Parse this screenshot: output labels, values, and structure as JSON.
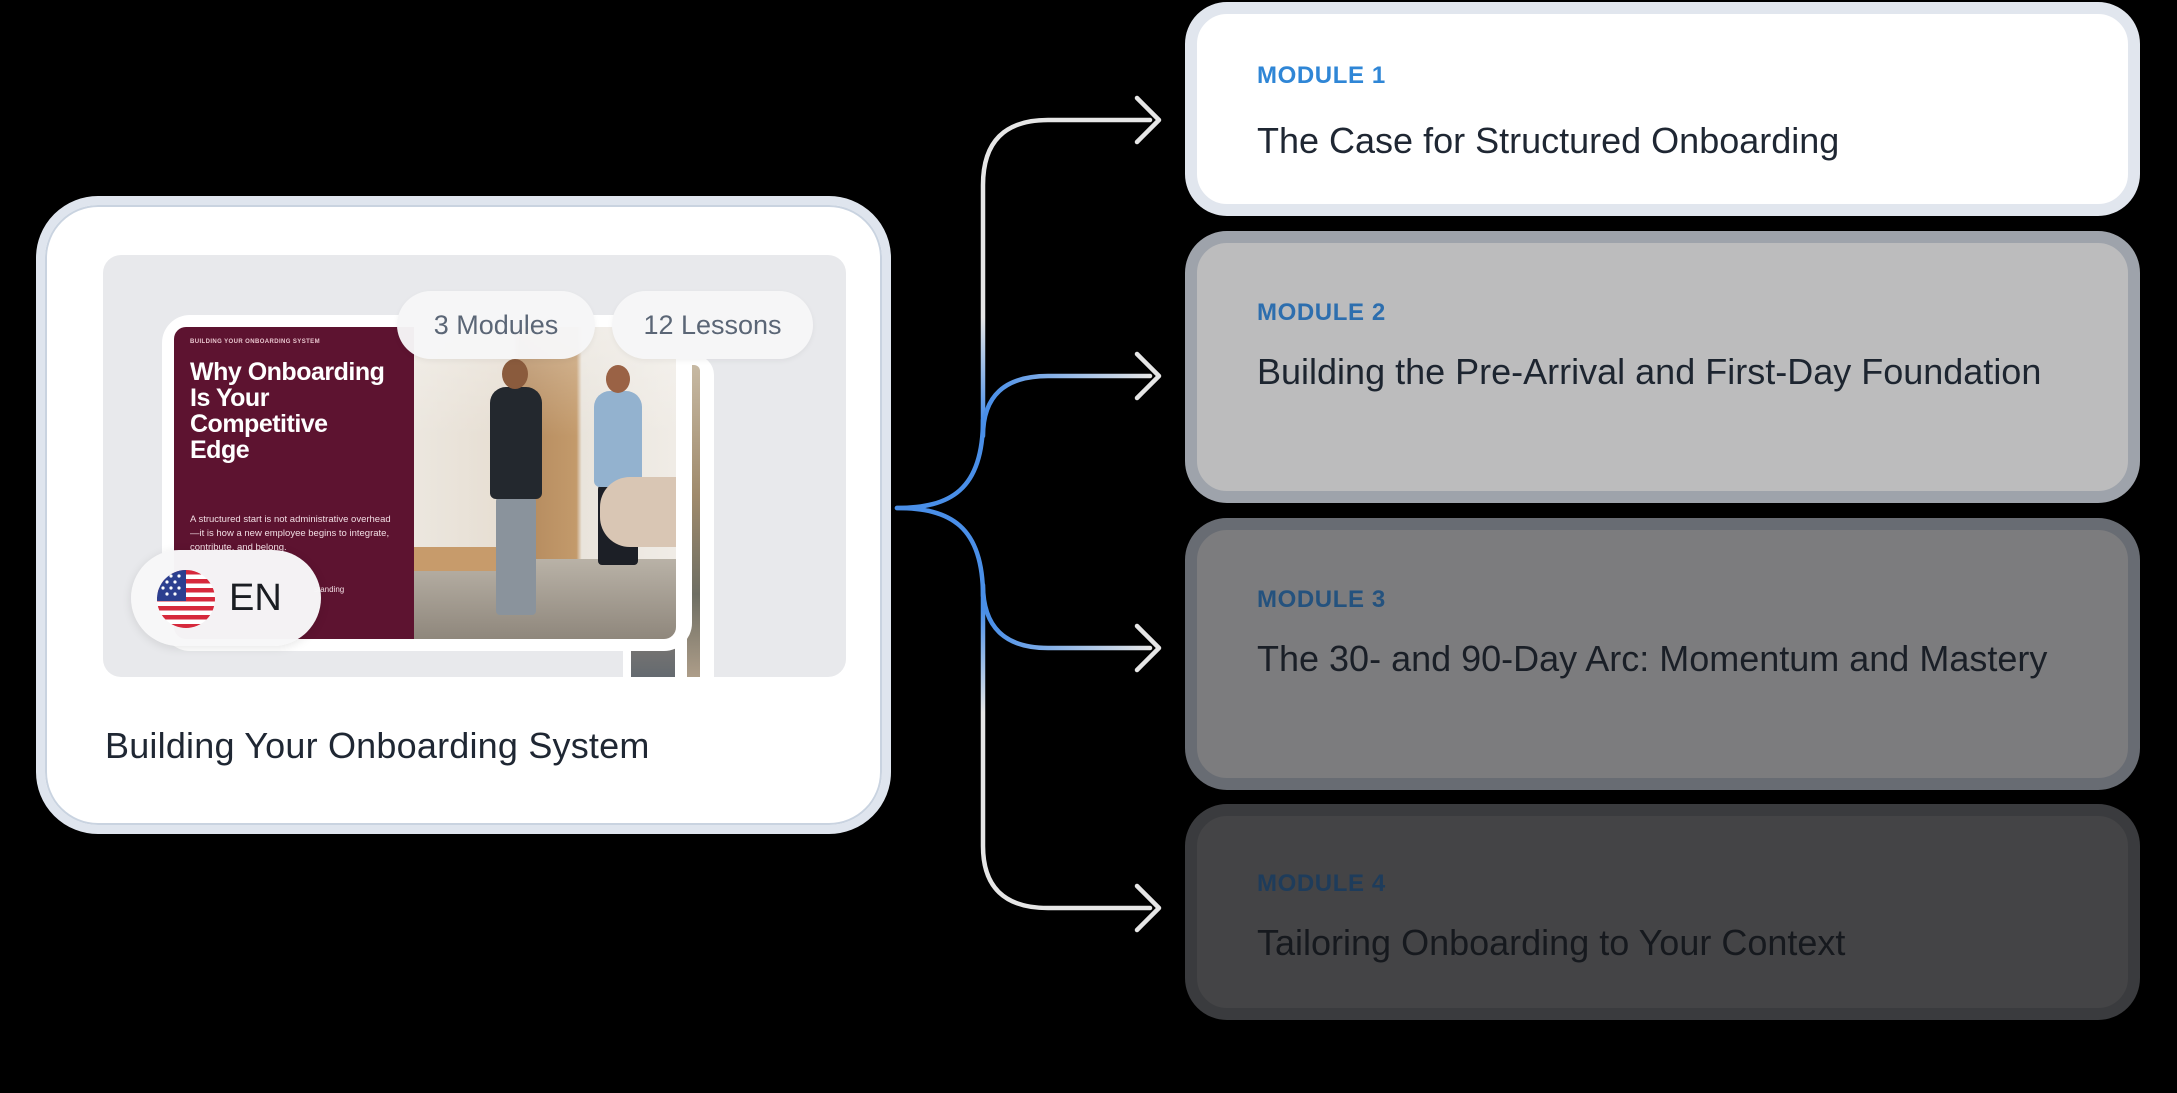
{
  "course": {
    "title": "Building Your Onboarding System",
    "modules_pill": "3 Modules",
    "lessons_pill": "12 Lessons",
    "language": "EN",
    "flag_icon": "us-flag-icon",
    "slide": {
      "eyebrow": "BUILDING YOUR ONBOARDING SYSTEM",
      "title": "Why Onboarding Is Your Competitive Edge",
      "body": "A structured start is not administrative overhead—it is how a new employee begins to integrate, contribute, and belong.",
      "footer": "standing"
    }
  },
  "modules": [
    {
      "label": "MODULE 1",
      "title": "The Case for Structured Onboarding"
    },
    {
      "label": "MODULE 2",
      "title": "Building the Pre-Arrival and First-Day Foundation"
    },
    {
      "label": "MODULE 3",
      "title": "The 30- and 90-Day Arc: Momentum and Mastery"
    },
    {
      "label": "MODULE 4",
      "title": "Tailoring Onboarding to Your Context"
    }
  ],
  "colors": {
    "accent": "#2f86d6",
    "connector_highlight": "#4a8fe8",
    "connector_base": "#e6e6e6",
    "slide_brand": "#5d1330"
  }
}
